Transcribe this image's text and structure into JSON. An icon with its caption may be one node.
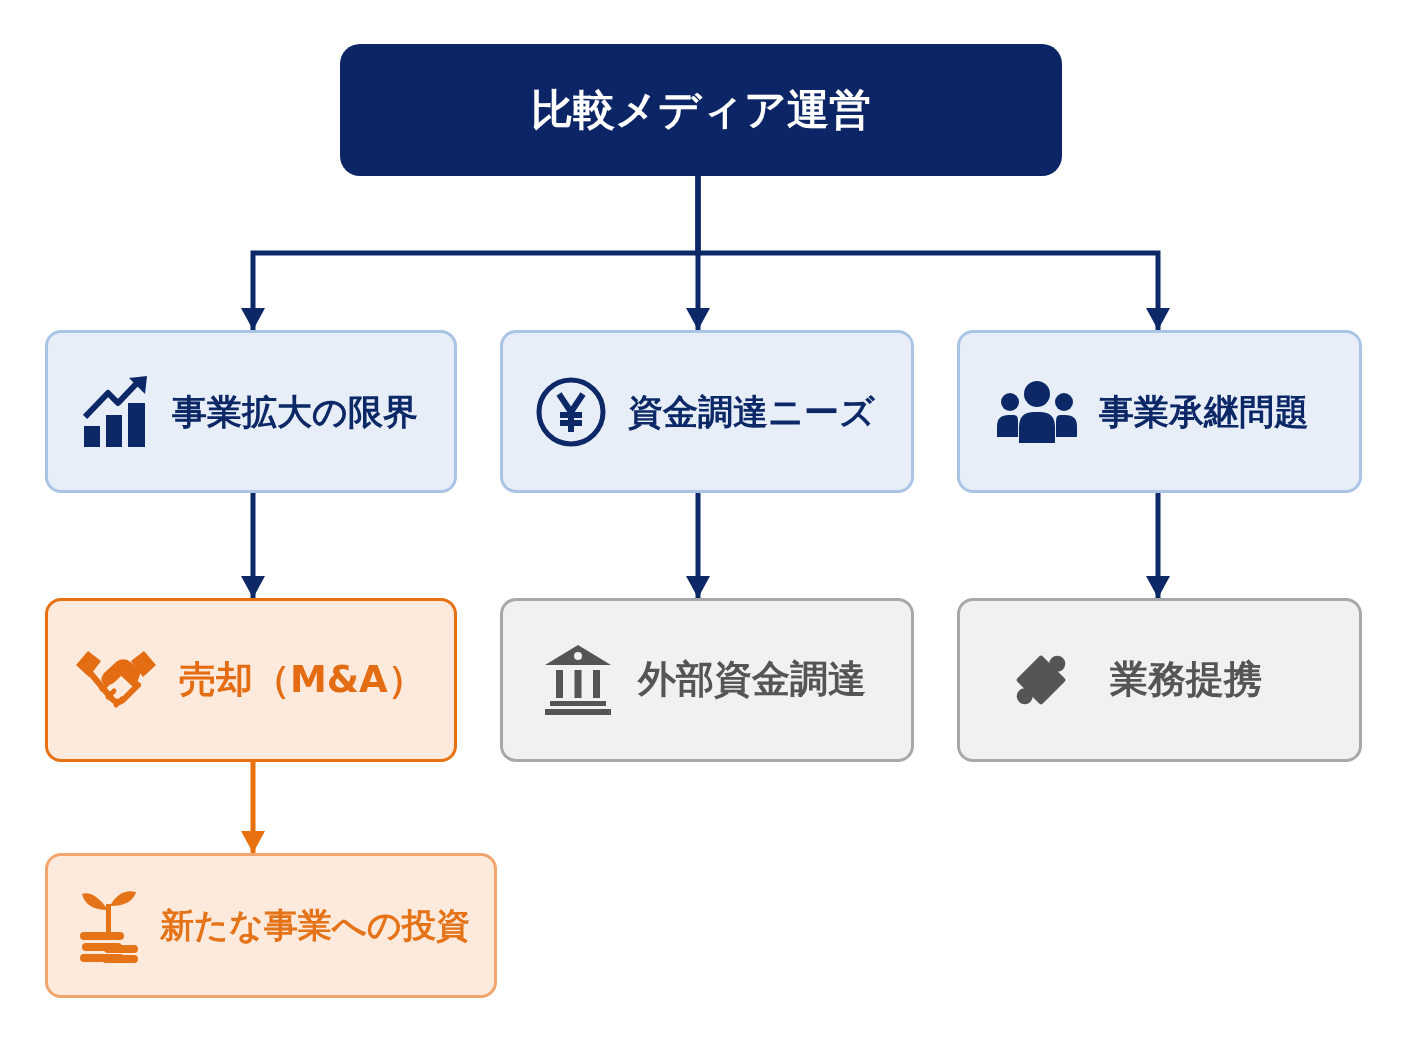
{
  "diagram": {
    "nodes": [
      {
        "text": [
          "比較メディア運営"
        ]
      },
      {
        "text": [
          "事業拡大の限界"
        ]
      },
      {
        "text": [
          "資金調達ニーズ"
        ]
      },
      {
        "text": [
          "事業承継問題"
        ]
      },
      {
        "text": [
          "売却（M&A）"
        ]
      },
      {
        "text": [
          "外部資金調達"
        ]
      },
      {
        "text": [
          "業務提携"
        ]
      },
      {
        "text": [
          "新たな事業への投資"
        ]
      }
    ],
    "edges": [
      {
        "from": 0,
        "to": 1,
        "arrow": "to"
      },
      {
        "from": 0,
        "to": 2,
        "arrow": "to"
      },
      {
        "from": 0,
        "to": 3,
        "arrow": "to"
      },
      {
        "from": 1,
        "to": 4,
        "arrow": "to"
      },
      {
        "from": 2,
        "to": 5,
        "arrow": "to"
      },
      {
        "from": 3,
        "to": 6,
        "arrow": "to"
      },
      {
        "from": 4,
        "to": 7,
        "arrow": "to",
        "color": "#e8700f"
      }
    ]
  }
}
